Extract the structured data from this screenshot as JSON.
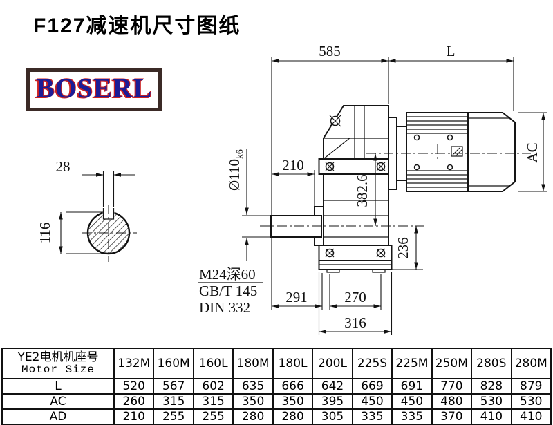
{
  "page": {
    "title": "F127减速机尺寸图纸"
  },
  "logo": {
    "text": "BOSERL",
    "border_color": "#3b2a26",
    "text_color": "#1c1c96",
    "accent_color": "#cc2222"
  },
  "drawing": {
    "dims": {
      "d585": "585",
      "dL": "L",
      "d28": "28",
      "d116": "116",
      "shaft_dia": "Ø110",
      "shaft_dia_tol": "k6",
      "d210": "210",
      "d382": "382.6",
      "d236": "236",
      "d291": "291",
      "d270": "270",
      "d316": "316",
      "dAC": "AC"
    },
    "notes": {
      "tap_hole": "M24深60",
      "standard_1": "GB/T 145",
      "standard_2": "DIN 332"
    }
  },
  "table": {
    "header": {
      "line1": "YE2电机机座号",
      "line2": "Motor Size"
    },
    "columns": [
      "132M",
      "160M",
      "160L",
      "180M",
      "180L",
      "200L",
      "225S",
      "225M",
      "250M",
      "280S",
      "280M"
    ],
    "rows": [
      {
        "label": "L",
        "values": [
          520,
          567,
          602,
          635,
          666,
          642,
          669,
          691,
          770,
          828,
          879
        ]
      },
      {
        "label": "AC",
        "values": [
          260,
          315,
          315,
          350,
          350,
          395,
          450,
          450,
          480,
          530,
          530
        ]
      },
      {
        "label": "AD",
        "values": [
          210,
          255,
          255,
          280,
          280,
          305,
          335,
          335,
          370,
          410,
          410
        ]
      }
    ]
  }
}
